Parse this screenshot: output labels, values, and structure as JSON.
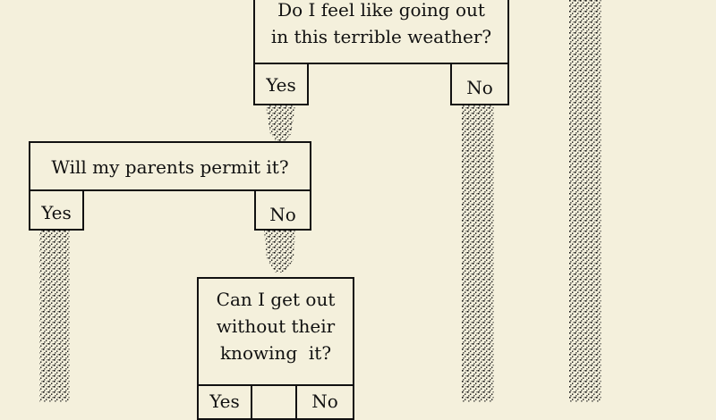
{
  "diagram": {
    "q1": {
      "lines": [
        "Do I feel like going out",
        "in this terrible weather?"
      ],
      "yes": "Yes",
      "no": "No"
    },
    "q2": {
      "text": "Will my parents permit it?",
      "yes": "Yes",
      "no": "No"
    },
    "q3": {
      "lines": [
        "Can I get out",
        "without their",
        "knowing  it?"
      ],
      "yes": "Yes",
      "no": "No"
    },
    "colors": {
      "paper": "#f4f0dc",
      "ink": "#111111"
    }
  }
}
